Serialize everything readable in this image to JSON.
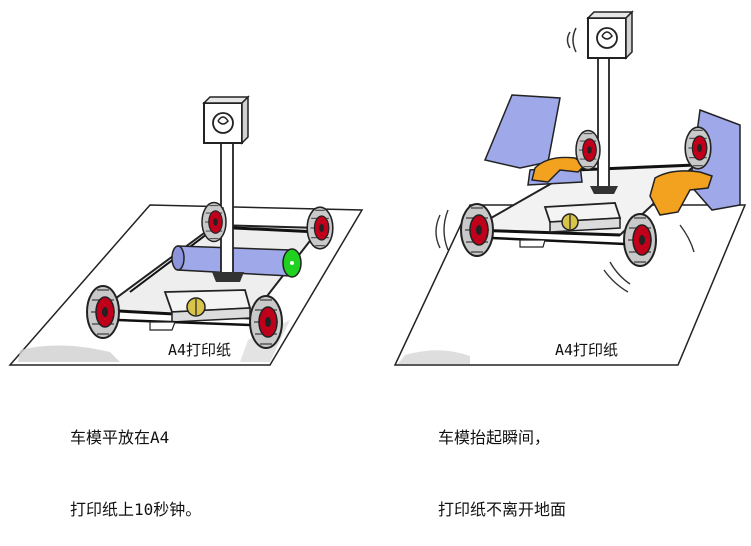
{
  "panels": [
    {
      "paper_label": "A4打印纸",
      "caption_line1": "车模平放在A4",
      "caption_line2": "打印纸上10秒钟。"
    },
    {
      "paper_label": "A4打印纸",
      "caption_line1": "车模抬起瞬间，",
      "caption_line2": "打印纸不离开地面"
    }
  ],
  "colors": {
    "wheel_tire": "#c9c9c9",
    "wheel_hub": "#c0001a",
    "roller_blue": "#9fa8e8",
    "roller_end_green": "#1fd21f",
    "hand_orange": "#f3a21f",
    "sensor_yellow": "#d8c44a",
    "paper_shadow": "#d0d0d0"
  }
}
